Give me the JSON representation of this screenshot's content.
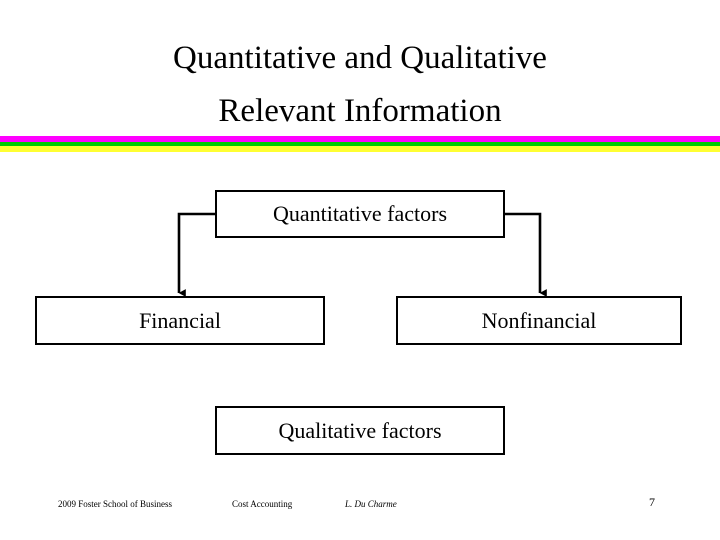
{
  "slide": {
    "title_lines": [
      "Quantitative and Qualitative",
      "Relevant Information"
    ],
    "divider": {
      "magenta": "#ff00ff",
      "green": "#00cc00",
      "yellow": "#ffff33"
    }
  },
  "diagram": {
    "nodes": [
      {
        "id": "quantitative-factors",
        "label": "Quantitative factors"
      },
      {
        "id": "financial",
        "label": "Financial"
      },
      {
        "id": "nonfinancial",
        "label": "Nonfinancial"
      },
      {
        "id": "qualitative-factors",
        "label": "Qualitative factors"
      }
    ],
    "edges": [
      {
        "from": "quantitative-factors",
        "to": "financial",
        "style": "elbow-arrow"
      },
      {
        "from": "quantitative-factors",
        "to": "nonfinancial",
        "style": "elbow-arrow"
      }
    ],
    "line_color": "#000000"
  },
  "footer": {
    "copyright": "2009  Foster School of Business",
    "course": "Cost Accounting",
    "author": "L. Du Charme",
    "page_number": "7"
  }
}
